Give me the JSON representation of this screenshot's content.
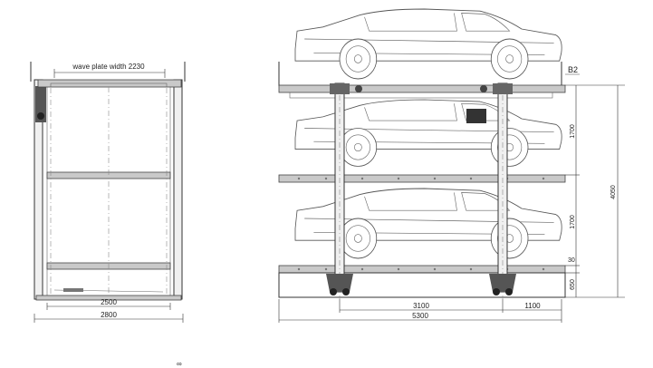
{
  "front_view": {
    "wave_plate_label": "wave plate width 2230",
    "dim_inner": "2500",
    "dim_outer": "2800"
  },
  "side_view": {
    "level_tag": "B2",
    "dim_total_height": "4050",
    "dim_level_1": "1700",
    "dim_level_2": "1700",
    "dim_gap": "30",
    "dim_pit": "650",
    "dim_post_spacing": "3100",
    "dim_overhang": "1100",
    "dim_total_length": "5300"
  },
  "footer_mark": "∞",
  "colors": {
    "line": "#333333",
    "beam": "#c9c9c9",
    "background": "#ffffff"
  }
}
